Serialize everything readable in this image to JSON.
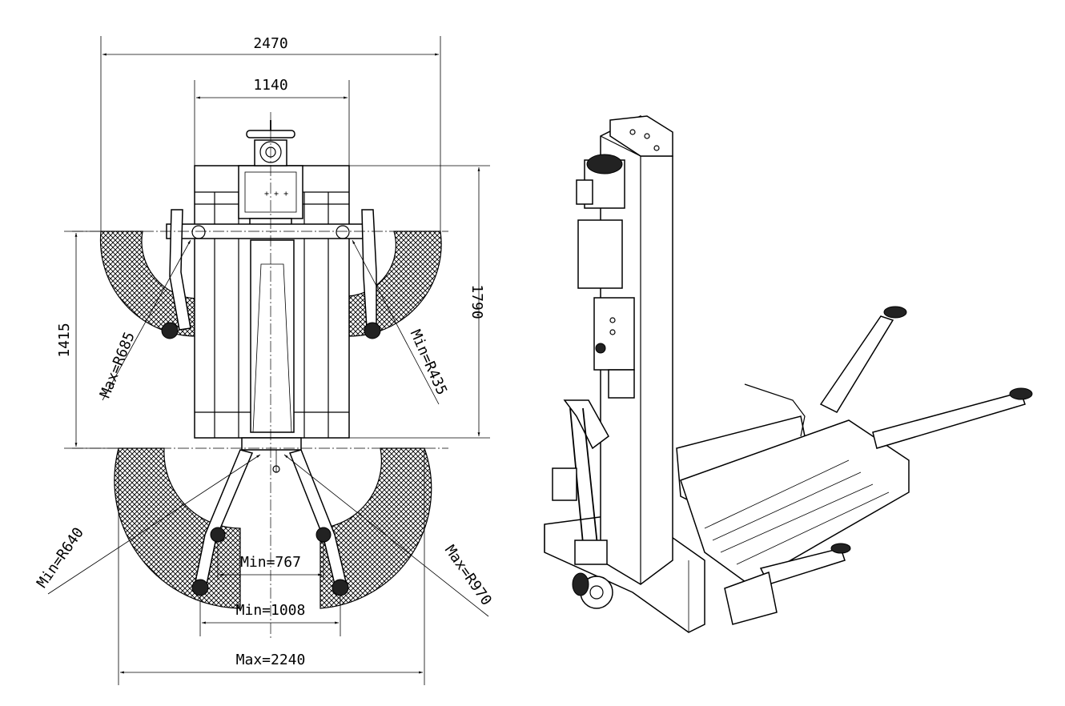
{
  "drawing": {
    "dimensions": {
      "overall_width": "2470",
      "column_width": "1140",
      "base_depth": "1790",
      "arm_spacing": "1415",
      "front_arm_min": "Min=767",
      "front_arm_min_wide": "Min=1008",
      "front_arm_max": "Max=2240",
      "rear_left_radius": "Max=R685",
      "rear_right_radius": "Min=R435",
      "front_left_radius": "Min=R640",
      "front_right_radius": "Max=R970"
    }
  },
  "colors": {
    "line": "#000000",
    "background": "#ffffff",
    "body": "#ffffff",
    "hatch": "#000000"
  }
}
